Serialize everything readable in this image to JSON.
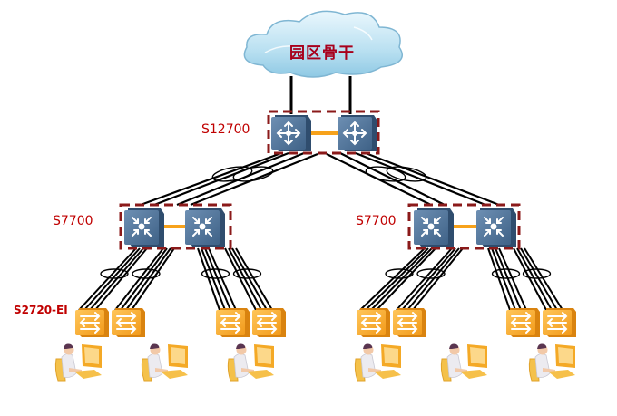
{
  "title": "园区网络拓扑",
  "backbone": {
    "label": "园区骨干",
    "icon": "cloud-icon"
  },
  "tiers": {
    "core": {
      "label": "S12700",
      "switch_count": 2,
      "icon": "core-router-switch-icon"
    },
    "aggregation": [
      {
        "label": "S7700",
        "switch_count": 2,
        "icon": "layer3-switch-icon"
      },
      {
        "label": "S7700",
        "switch_count": 2,
        "icon": "layer3-switch-icon"
      }
    ],
    "access": {
      "label": "S2720-EI",
      "switch_count": 8,
      "icon": "access-switch-icon"
    },
    "terminals": {
      "count": 6,
      "icon": "user-pc-icon"
    }
  },
  "colors": {
    "label_red": "#c00000",
    "dashed_box": "#8b1a1a",
    "stack_link": "#f7a21b",
    "access_switch": "#f5a623",
    "core_switch": "#4a6f96",
    "cloud": "#bfe3f2"
  }
}
